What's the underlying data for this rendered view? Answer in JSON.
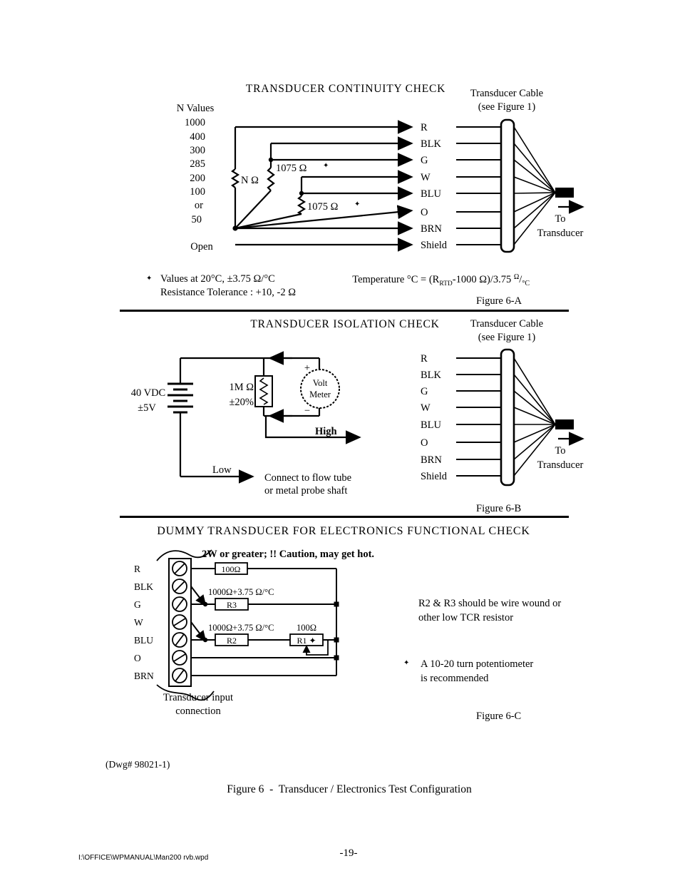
{
  "page": {
    "dwg_note": "(Dwg# 98021-1)",
    "caption": "Figure 6  -  Transducer / Electronics Test Configuration",
    "footer_path": "I:\\OFFICE\\WPMANUAL\\Man200 rvb.wpd",
    "page_number": "-19-"
  },
  "fig_a": {
    "title": "TRANSDUCER CONTINUITY CHECK",
    "cable_label_1": "Transducer Cable",
    "cable_label_2": "(see Figure 1)",
    "n_values_header": "N Values",
    "n_values": [
      "1000",
      "400",
      "300",
      "285",
      "200",
      "100",
      "or",
      "50"
    ],
    "n_resistor": "N Ω",
    "r1075_1": "1075 Ω",
    "r1075_2": "1075 Ω",
    "star": "✦",
    "open_label": "Open",
    "wires": [
      "R",
      "BLK",
      "G",
      "W",
      "BLU",
      "O",
      "BRN",
      "Shield"
    ],
    "to_line1": "To",
    "to_line2": "Transducer",
    "formula_pre": "Temperature °C = (R",
    "formula_sub": "RTD",
    "formula_mid": "-1000 Ω)/3.75 ",
    "formula_sup": "Ω",
    "formula_slash": "/",
    "formula_subc": "°C",
    "note_star": "✦",
    "note1": "Values at 20°C, ±3.75 Ω/°C",
    "note2": "Resistance Tolerance : +10, -2 Ω",
    "fig_label": "Figure 6-A"
  },
  "fig_b": {
    "title": "TRANSDUCER ISOLATION CHECK",
    "cable_label_1": "Transducer Cable",
    "cable_label_2": "(see Figure 1)",
    "supply_line1": "40 VDC",
    "supply_line2": "±5V",
    "resistor_line1": "1M Ω",
    "resistor_line2": "±20%",
    "meter_plus": "+",
    "meter_minus": "−",
    "meter_line1": "Volt",
    "meter_line2": "Meter",
    "high_label": "High",
    "low_label": "Low",
    "connect_line1": "Connect to flow tube",
    "connect_line2": "or metal probe shaft",
    "wires": [
      "R",
      "BLK",
      "G",
      "W",
      "BLU",
      "O",
      "BRN",
      "Shield"
    ],
    "to_line1": "To",
    "to_line2": "Transducer",
    "fig_label": "Figure 6-B"
  },
  "fig_c": {
    "title": "DUMMY TRANSDUCER FOR ELECTRONICS FUNCTIONAL CHECK",
    "caution": "2W or greater; !! Caution, may get hot.",
    "terminals": [
      "R",
      "BLK",
      "G",
      "W",
      "BLU",
      "O",
      "BRN"
    ],
    "r_top_label": "100Ω",
    "r3_spec": "1000Ω+3.75 Ω/°C",
    "r3_label": "R3",
    "r2_spec": "1000Ω+3.75 Ω/°C",
    "r2_label": "R2",
    "r1_spec": "100Ω",
    "r1_label": "R1 ✦",
    "note_wire1": "R2 & R3 should be wire wound or",
    "note_wire2": "other low TCR resistor",
    "note_star": "✦",
    "note_pot1": "A 10-20 turn potentiometer",
    "note_pot2": "is recommended",
    "input_line1": "Transducer input",
    "input_line2": "connection",
    "fig_label": "Figure 6-C"
  }
}
